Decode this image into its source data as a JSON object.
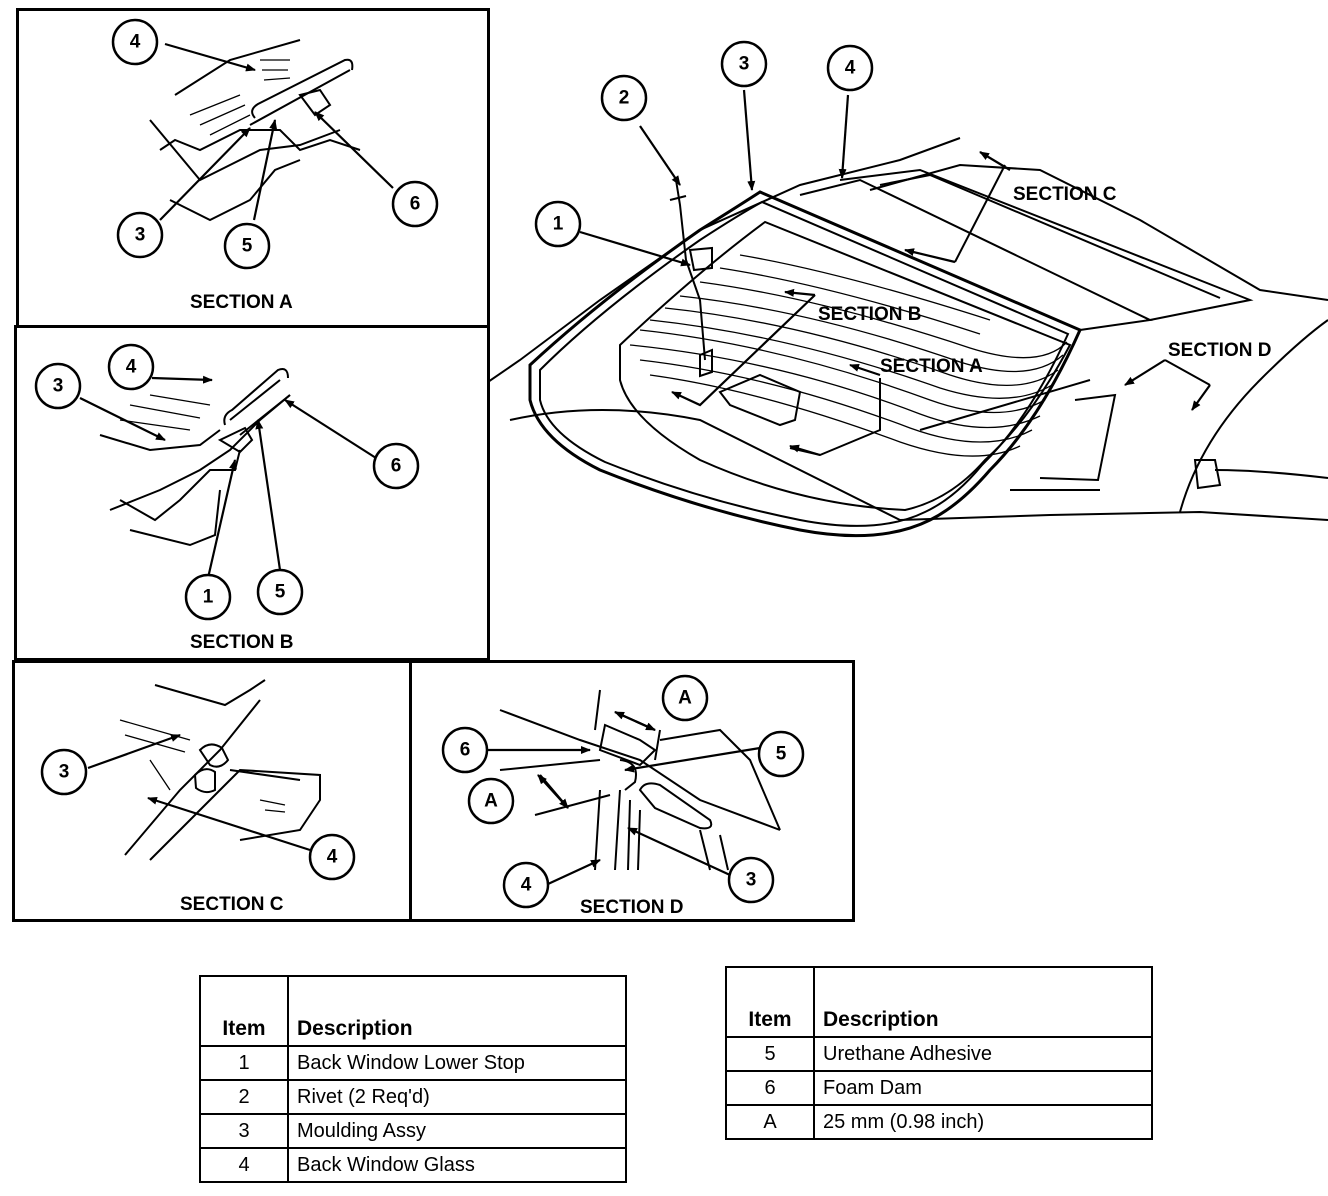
{
  "callouts": {
    "main": [
      "1",
      "2",
      "3",
      "4"
    ],
    "sec_a": [
      "4",
      "3",
      "5",
      "6"
    ],
    "sec_b": [
      "3",
      "4",
      "6",
      "1",
      "5"
    ],
    "sec_c": [
      "3",
      "4"
    ],
    "sec_d": [
      "A",
      "6",
      "5",
      "A",
      "4",
      "3"
    ]
  },
  "labels": {
    "section_a": "SECTION A",
    "section_b": "SECTION B",
    "section_c": "SECTION C",
    "section_d": "SECTION D"
  },
  "legend_left": {
    "header_item": "Item",
    "header_description": "Description",
    "rows": [
      {
        "item": "1",
        "description": "Back Window Lower Stop"
      },
      {
        "item": "2",
        "description": "Rivet (2 Req'd)"
      },
      {
        "item": "3",
        "description": "Moulding Assy"
      },
      {
        "item": "4",
        "description": "Back Window Glass"
      }
    ]
  },
  "legend_right": {
    "header_item": "Item",
    "header_description": "Description",
    "rows": [
      {
        "item": "5",
        "description": "Urethane Adhesive"
      },
      {
        "item": "6",
        "description": "Foam Dam"
      },
      {
        "item": "A",
        "description": "25 mm (0.98 inch)"
      }
    ]
  }
}
